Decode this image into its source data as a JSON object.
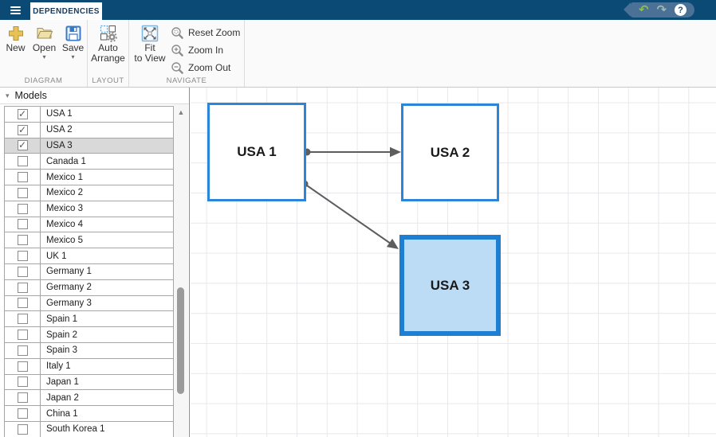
{
  "titlebar": {
    "tab_label": "DEPENDENCIES",
    "help_label": "?"
  },
  "icons": {
    "dropdown": "▾",
    "collapse": "▾",
    "scroll_up": "▲",
    "check": "✓",
    "undo": "↶",
    "redo": "↷"
  },
  "toolbar": {
    "new_label": "New",
    "open_label": "Open",
    "save_label": "Save",
    "auto_arrange_label_1": "Auto",
    "auto_arrange_label_2": "Arrange",
    "fit_label_1": "Fit",
    "fit_label_2": "to View",
    "reset_zoom_label": "Reset Zoom",
    "zoom_in_label": "Zoom In",
    "zoom_out_label": "Zoom Out",
    "group_diagram": "DIAGRAM",
    "group_layout": "LAYOUT",
    "group_navigate": "NAVIGATE"
  },
  "models": {
    "header": "Models",
    "items": [
      {
        "label": "USA 1",
        "checked": true,
        "selected": false
      },
      {
        "label": "USA 2",
        "checked": true,
        "selected": false
      },
      {
        "label": "USA 3",
        "checked": true,
        "selected": true
      },
      {
        "label": "Canada 1",
        "checked": false,
        "selected": false
      },
      {
        "label": "Mexico 1",
        "checked": false,
        "selected": false
      },
      {
        "label": "Mexico 2",
        "checked": false,
        "selected": false
      },
      {
        "label": "Mexico 3",
        "checked": false,
        "selected": false
      },
      {
        "label": "Mexico 4",
        "checked": false,
        "selected": false
      },
      {
        "label": "Mexico 5",
        "checked": false,
        "selected": false
      },
      {
        "label": "UK 1",
        "checked": false,
        "selected": false
      },
      {
        "label": "Germany 1",
        "checked": false,
        "selected": false
      },
      {
        "label": "Germany 2",
        "checked": false,
        "selected": false
      },
      {
        "label": "Germany 3",
        "checked": false,
        "selected": false
      },
      {
        "label": "Spain 1",
        "checked": false,
        "selected": false
      },
      {
        "label": "Spain 2",
        "checked": false,
        "selected": false
      },
      {
        "label": "Spain 3",
        "checked": false,
        "selected": false
      },
      {
        "label": "Italy 1",
        "checked": false,
        "selected": false
      },
      {
        "label": "Japan 1",
        "checked": false,
        "selected": false
      },
      {
        "label": "Japan 2",
        "checked": false,
        "selected": false
      },
      {
        "label": "China 1",
        "checked": false,
        "selected": false
      },
      {
        "label": "South Korea 1",
        "checked": false,
        "selected": false
      }
    ]
  },
  "diagram": {
    "nodes": [
      {
        "label": "USA 1",
        "selected": false
      },
      {
        "label": "USA 2",
        "selected": false
      },
      {
        "label": "USA 3",
        "selected": true
      }
    ],
    "edges": [
      {
        "from": "USA 1",
        "to": "USA 2"
      },
      {
        "from": "USA 1",
        "to": "USA 3"
      }
    ],
    "colors": {
      "node_border": "#2b86d9",
      "node_fill": "#ffffff",
      "selected_border": "#1d7ed2",
      "selected_fill": "#bcdcf6",
      "edge": "#5d5d5d",
      "grid": "#e8e8eb",
      "titlebar_bg": "#0a4a74"
    }
  }
}
